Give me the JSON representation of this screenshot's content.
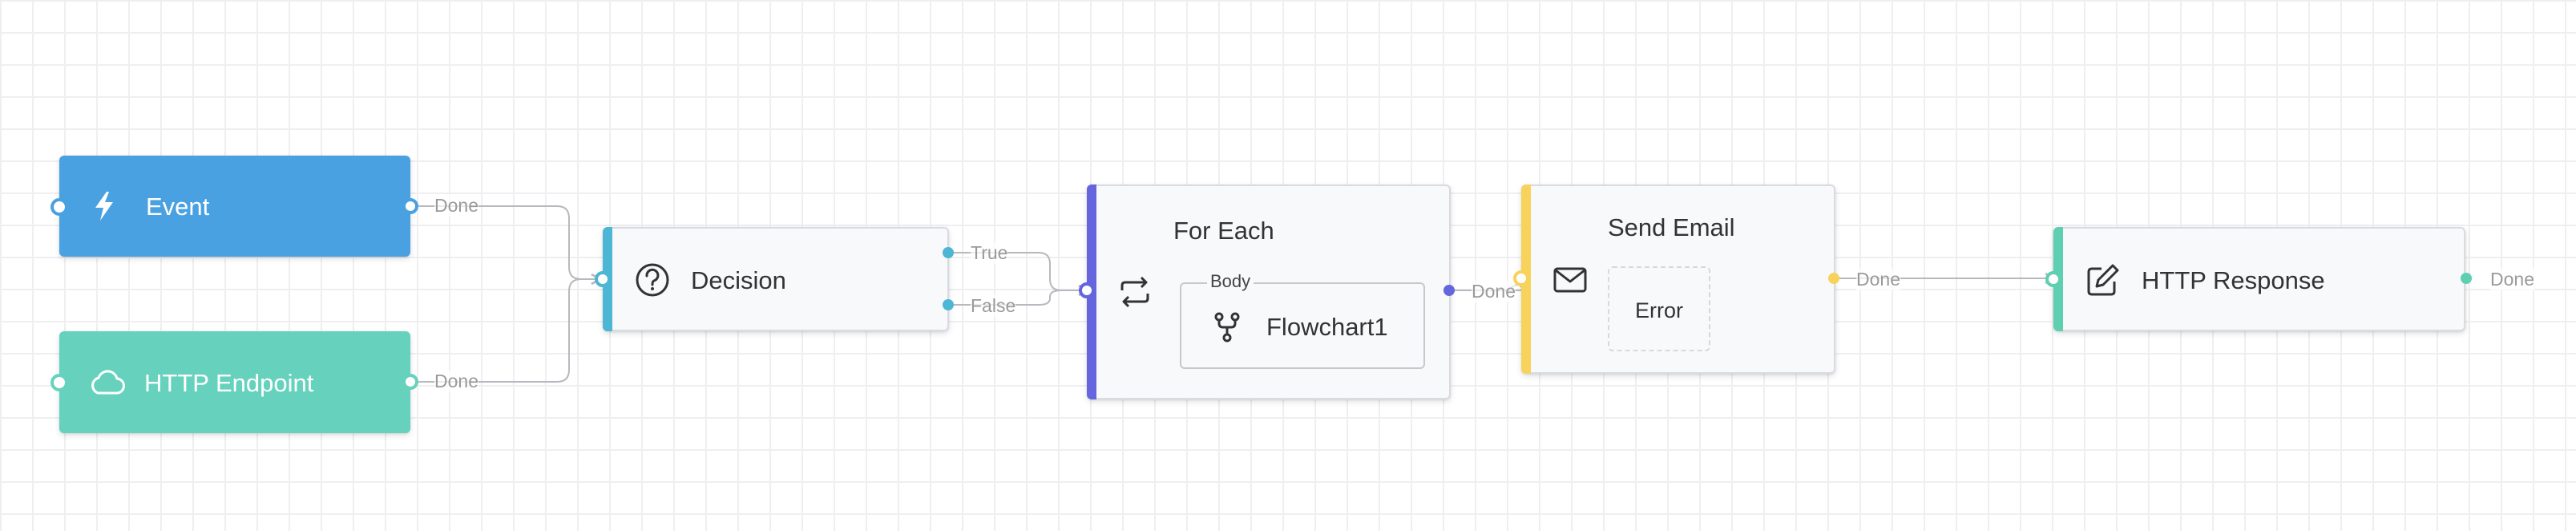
{
  "colors": {
    "event": "#4aa1e2",
    "http_endpoint": "#66d2bd",
    "decision": "#4cb6d4",
    "for_each": "#6565dd",
    "send_email": "#f7d35c",
    "http_response": "#5fcfb1",
    "edge": "#b8b8be"
  },
  "nodes": {
    "event": {
      "title": "Event",
      "icon": "bolt-icon",
      "port_label": "Done"
    },
    "http_endpoint": {
      "title": "HTTP Endpoint",
      "icon": "cloud-icon",
      "port_label": "Done"
    },
    "decision": {
      "title": "Decision",
      "icon": "question-circle-icon",
      "true_label": "True",
      "false_label": "False"
    },
    "for_each": {
      "title": "For Each",
      "icon": "repeat-icon",
      "body_label": "Body",
      "body_child": "Flowchart1",
      "body_child_icon": "branch-icon",
      "port_label": "Done"
    },
    "send_email": {
      "title": "Send Email",
      "icon": "envelope-icon",
      "error_label": "Error",
      "port_label": "Done"
    },
    "http_response": {
      "title": "HTTP Response",
      "icon": "edit-icon",
      "port_label": "Done"
    }
  }
}
